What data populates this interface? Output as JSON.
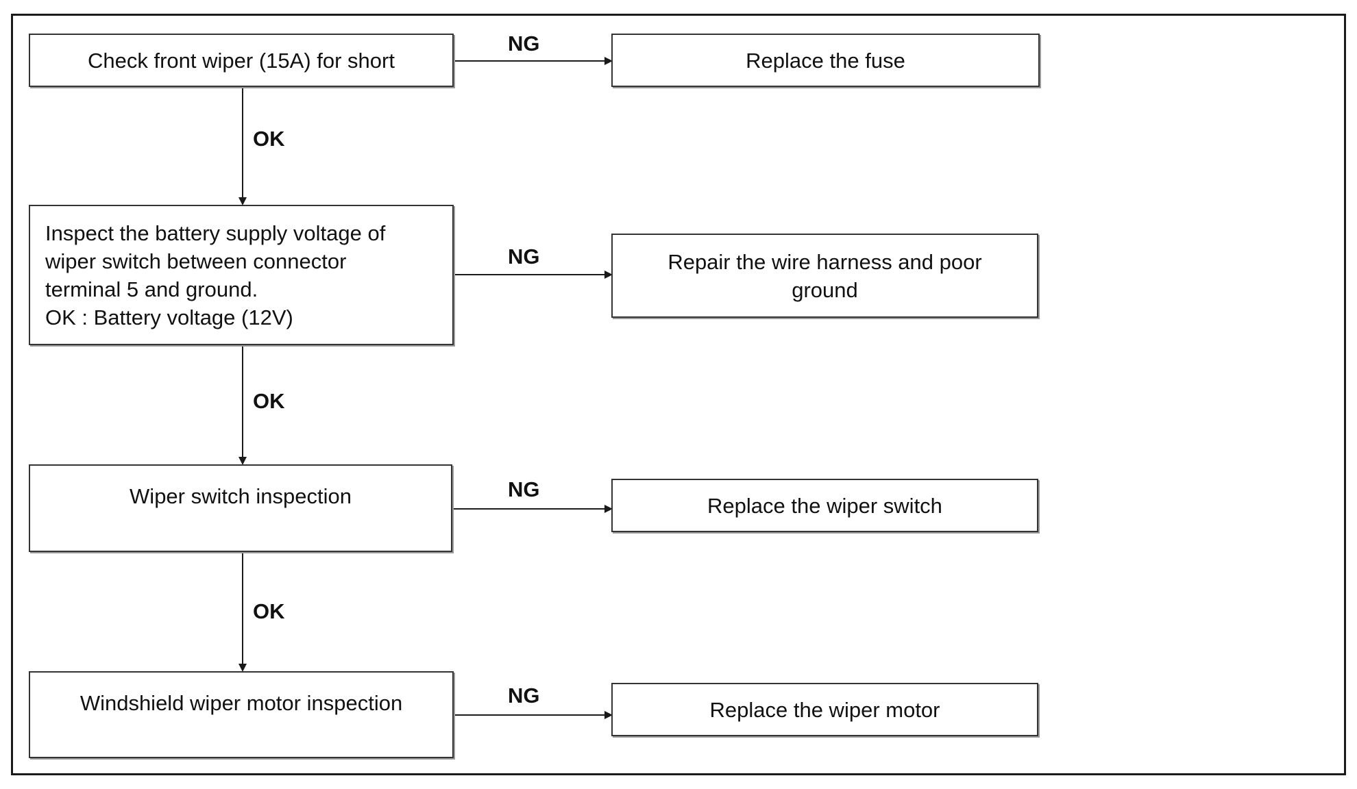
{
  "diagram": {
    "steps": [
      {
        "check": "Check front wiper (15A) for short",
        "fail_branch_label": "NG",
        "fail_action": "Replace the fuse",
        "pass_label": "OK"
      },
      {
        "check": "Inspect the battery supply voltage of\nwiper switch between connector\nterminal 5 and ground.\nOK : Battery voltage (12V)",
        "fail_branch_label": "NG",
        "fail_action": "Repair the wire harness and poor\nground",
        "pass_label": "OK"
      },
      {
        "check": "Wiper switch inspection",
        "fail_branch_label": "NG",
        "fail_action": "Replace the wiper switch",
        "pass_label": "OK"
      },
      {
        "check": "Windshield wiper motor inspection",
        "fail_branch_label": "NG",
        "fail_action": "Replace the wiper motor"
      }
    ],
    "colors": {
      "line": "#1a1a1a",
      "box_border": "#333333",
      "shadow": "#9a9a9a"
    }
  }
}
